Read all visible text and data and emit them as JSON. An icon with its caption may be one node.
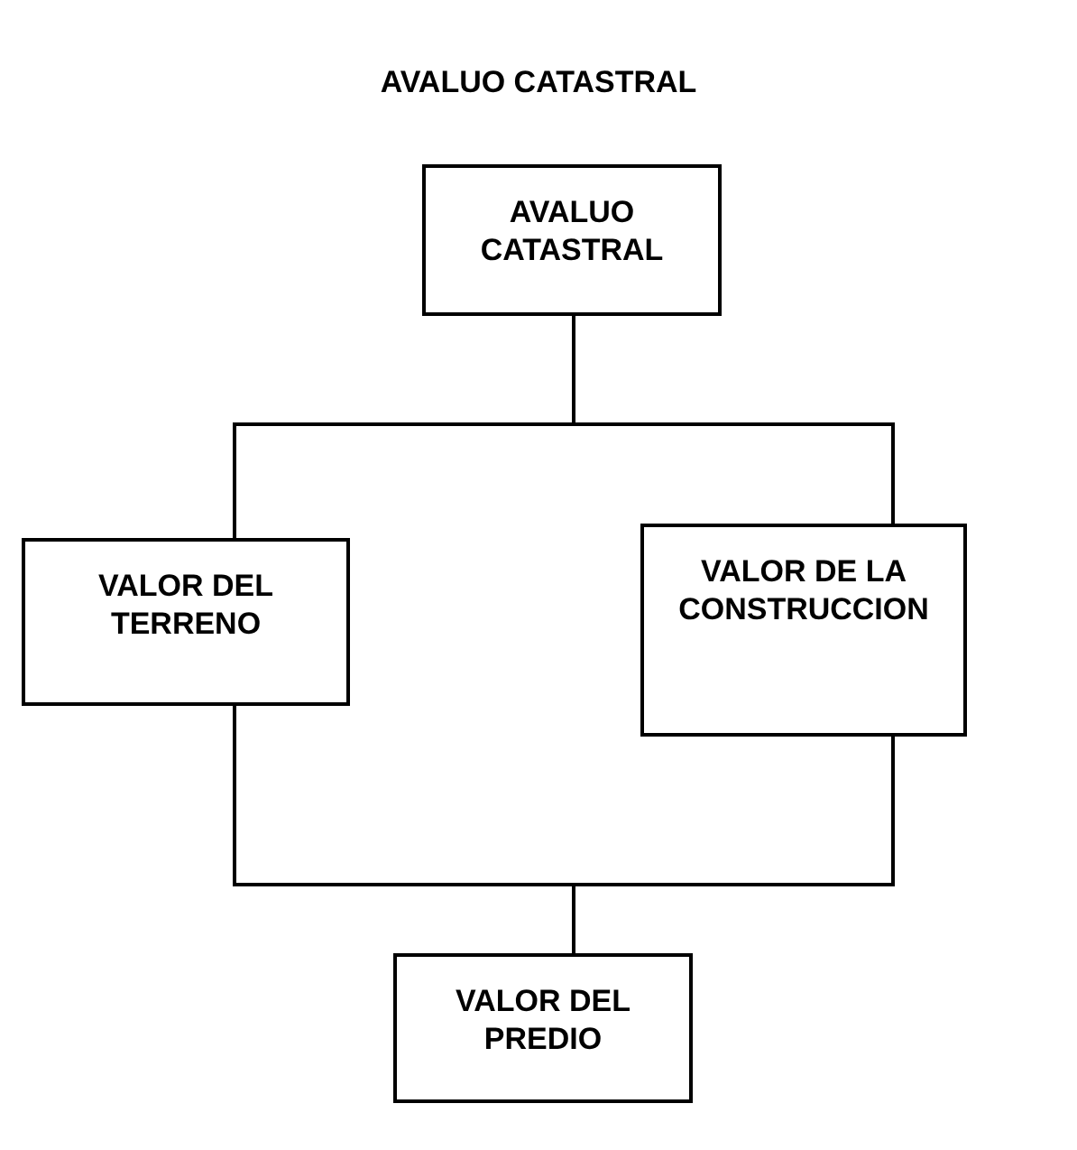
{
  "diagram": {
    "title": "AVALUO CATASTRAL",
    "nodes": [
      {
        "text": [
          "AVALUO CATASTRAL"
        ]
      },
      {
        "text": [
          "VALOR DEL TERRENO"
        ]
      },
      {
        "text": [
          "VALOR DE LA CONSTRUCCION"
        ]
      },
      {
        "text": [
          "VALOR DEL PREDIO"
        ]
      }
    ],
    "edges": [
      {
        "from": 0,
        "to": 1,
        "arrow": "none"
      },
      {
        "from": 0,
        "to": 2,
        "arrow": "none"
      },
      {
        "from": 1,
        "to": 3,
        "arrow": "none"
      },
      {
        "from": 2,
        "to": 3,
        "arrow": "none"
      }
    ]
  }
}
